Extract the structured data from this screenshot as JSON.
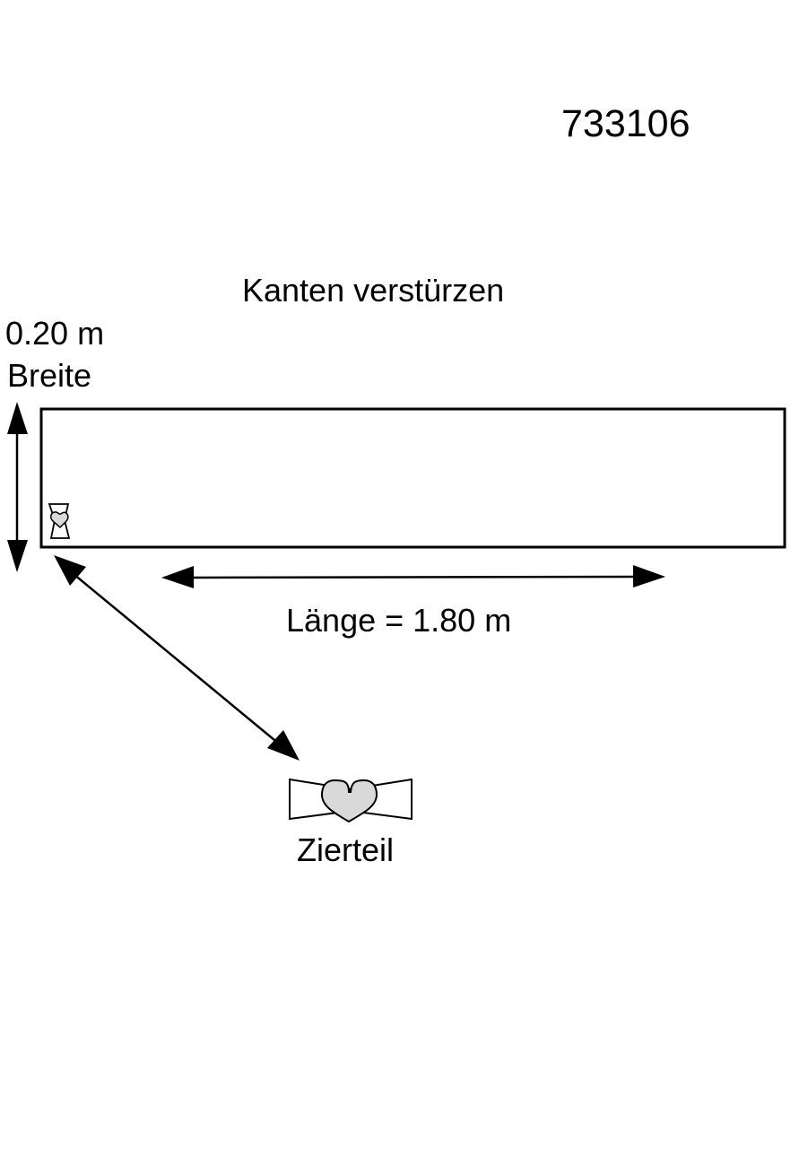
{
  "article_number": "733106",
  "title": "Kanten verstürzen",
  "width": {
    "value": "0.20 m",
    "label": "Breite"
  },
  "length": {
    "label": "Länge = 1.80 m"
  },
  "ornament": {
    "label": "Zierteil",
    "icon": "heart-bow-icon"
  },
  "colors": {
    "stroke": "#000000",
    "heart_fill": "#d9d9d9",
    "background": "#ffffff"
  }
}
